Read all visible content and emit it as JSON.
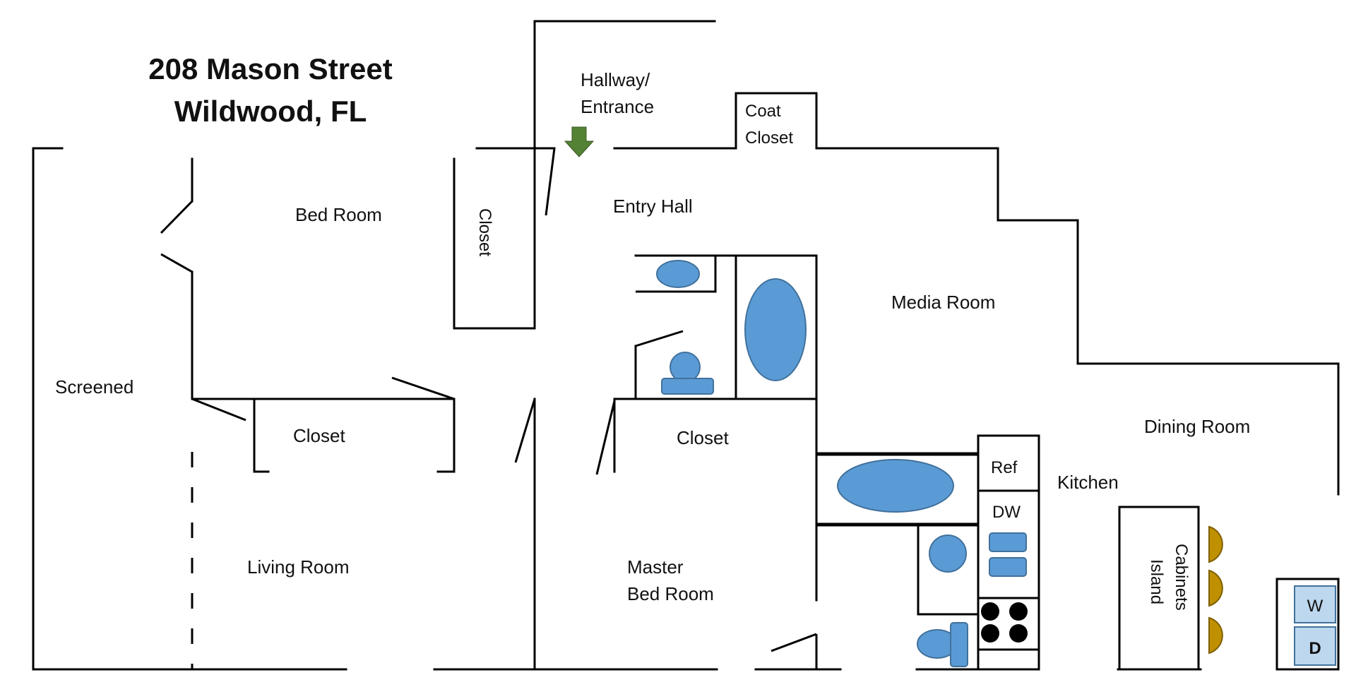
{
  "title": {
    "line1": "208 Mason Street",
    "line2": "Wildwood, FL"
  },
  "rooms": {
    "hallway_line1": "Hallway/",
    "hallway_line2": "Entrance",
    "coat_closet_line1": "Coat",
    "coat_closet_line2": "Closet",
    "bed_room": "Bed Room",
    "closet_vertical": "Closet",
    "entry_hall": "Entry Hall",
    "media_room": "Media Room",
    "screened": "Screened",
    "closet_left": "Closet",
    "closet_center": "Closet",
    "dining_room": "Dining Room",
    "kitchen": "Kitchen",
    "living_room": "Living Room",
    "master_line1": "Master",
    "master_line2": "Bed Room"
  },
  "appliances": {
    "ref": "Ref",
    "dw": "DW",
    "washer": "W",
    "dryer": "D"
  },
  "island": {
    "line1": "Cabinets",
    "line2": "Island"
  },
  "colors": {
    "fixture": "#5b9bd5",
    "arrow": "#548235",
    "stool": "#bf9000"
  },
  "icons": {
    "entrance_arrow": "down-arrow-icon"
  }
}
